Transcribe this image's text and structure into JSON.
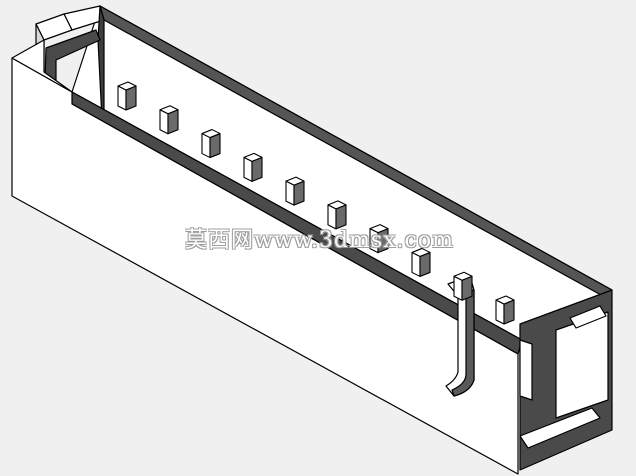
{
  "image": {
    "subject": "pin-header-connector-render",
    "pin_count": 10,
    "colors": {
      "background": "#f0f0f0",
      "housing_face": "#ffffff",
      "housing_dark": "#4a4a4a",
      "housing_mid": "#8a8a8a",
      "outline": "#000000"
    }
  },
  "watermark": {
    "text": "莫西网www.3dmsx.com"
  }
}
